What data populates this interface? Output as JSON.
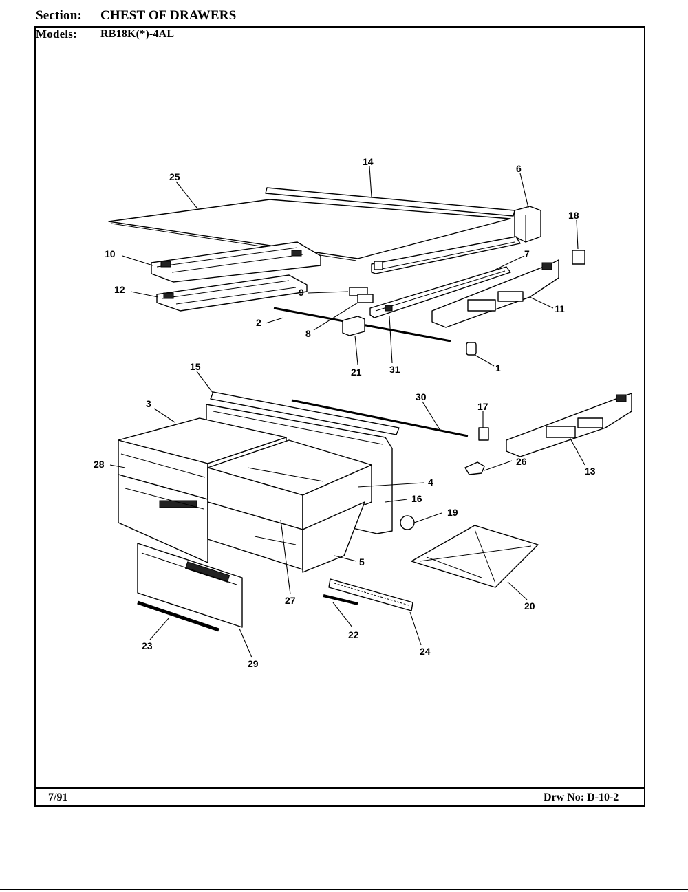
{
  "header": {
    "section_label": "Section:",
    "section_value": "CHEST OF DRAWERS",
    "models_label": "Models:",
    "models_value": "RB18K(*)-4AL"
  },
  "footer": {
    "date": "7/91",
    "drawing_number": "Drw No: D-10-2"
  },
  "callouts": {
    "c1": "1",
    "c2": "2",
    "c3": "3",
    "c4": "4",
    "c5": "5",
    "c6": "6",
    "c7": "7",
    "c8": "8",
    "c9": "9",
    "c10": "10",
    "c11": "11",
    "c12": "12",
    "c13": "13",
    "c14": "14",
    "c15": "15",
    "c16": "16",
    "c17": "17",
    "c18": "18",
    "c19": "19",
    "c20": "20",
    "c21": "21",
    "c22": "22",
    "c23": "23",
    "c24": "24",
    "c25": "25",
    "c26": "26",
    "c27": "27",
    "c28": "28",
    "c29": "29",
    "c30": "30",
    "c31": "31"
  }
}
